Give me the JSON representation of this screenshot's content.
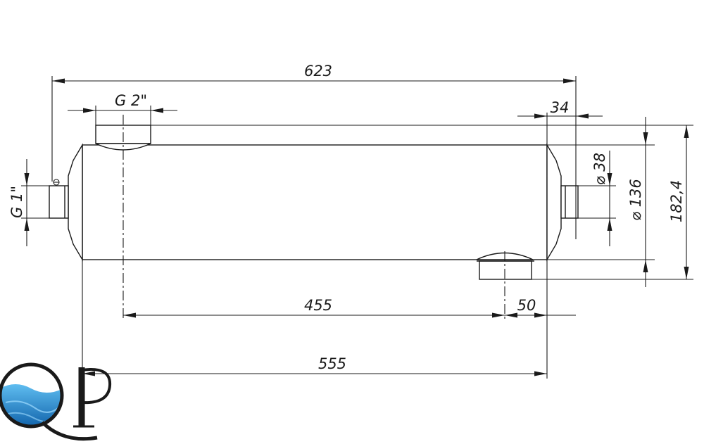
{
  "drawing": {
    "dimensions": {
      "overall_length": "623",
      "inlet_thread": "G 2\"",
      "outlet_offset": "34",
      "port_diameter": "⌀ 38",
      "body_diameter": "⌀ 136",
      "overall_height": "182,4",
      "side_thread": "G 1\"",
      "port_spacing": "455",
      "port_end_offset": "50",
      "body_length": "555"
    },
    "logo": {
      "letters": "QP",
      "water_color": "#2a8fd8",
      "water_dark": "#0d5fa8"
    }
  }
}
